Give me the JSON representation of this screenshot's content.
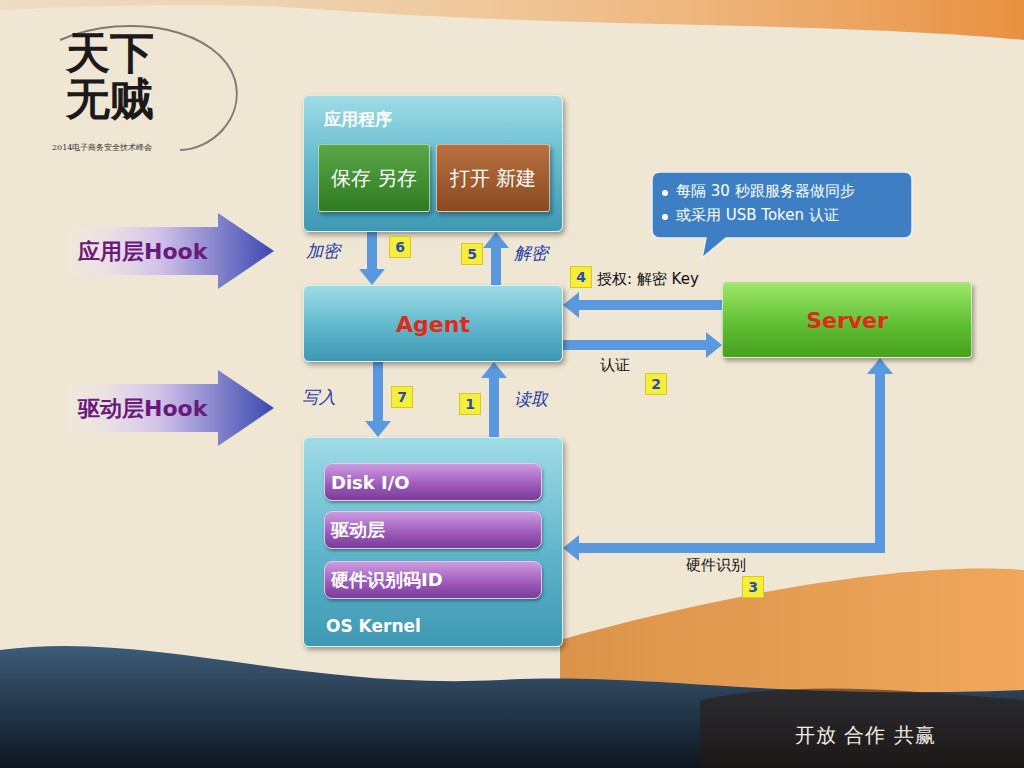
{
  "diagram": {
    "nodes": [
      {
        "text": [
          "应用程序"
        ]
      },
      {
        "text": [
          "保存 另存"
        ],
        "in": 0
      },
      {
        "text": [
          "打开 新建"
        ],
        "in": 0
      },
      {
        "text": [
          "每隔 30 秒跟服务器做同步",
          "或采用 USB Token 认证"
        ]
      },
      {
        "text": [
          "应用层Hook"
        ]
      },
      {
        "text": [
          "Agent"
        ]
      },
      {
        "text": [
          "Server"
        ]
      },
      {
        "text": [
          "驱动层Hook"
        ]
      },
      {
        "text": [
          "OS Kernel"
        ]
      },
      {
        "text": [
          "Disk I/O"
        ],
        "in": 8
      },
      {
        "text": [
          "驱动层"
        ],
        "in": 8
      },
      {
        "text": [
          "硬件识别码ID"
        ],
        "in": 8
      }
    ],
    "edges": [
      {
        "from": 0,
        "to": 5,
        "label": "加密",
        "arrow": "to"
      },
      {
        "from": 5,
        "to": 0,
        "label": "解密",
        "arrow": "to"
      },
      {
        "from": 6,
        "to": 5,
        "label": "授权: 解密 Key",
        "arrow": "to"
      },
      {
        "from": 5,
        "to": 6,
        "label": "认证",
        "arrow": "to"
      },
      {
        "from": 5,
        "to": 8,
        "label": "写入",
        "arrow": "to"
      },
      {
        "from": 8,
        "to": 5,
        "label": "读取",
        "arrow": "to"
      },
      {
        "from": 8,
        "to": 6,
        "label": "硬件识别",
        "arrow": "both"
      }
    ],
    "labels": [
      "天下无贼",
      "2014电子商务安全技术峰会",
      "6",
      "5",
      "4",
      "2",
      "7",
      "1",
      "3",
      "开放 合作 共赢"
    ]
  }
}
